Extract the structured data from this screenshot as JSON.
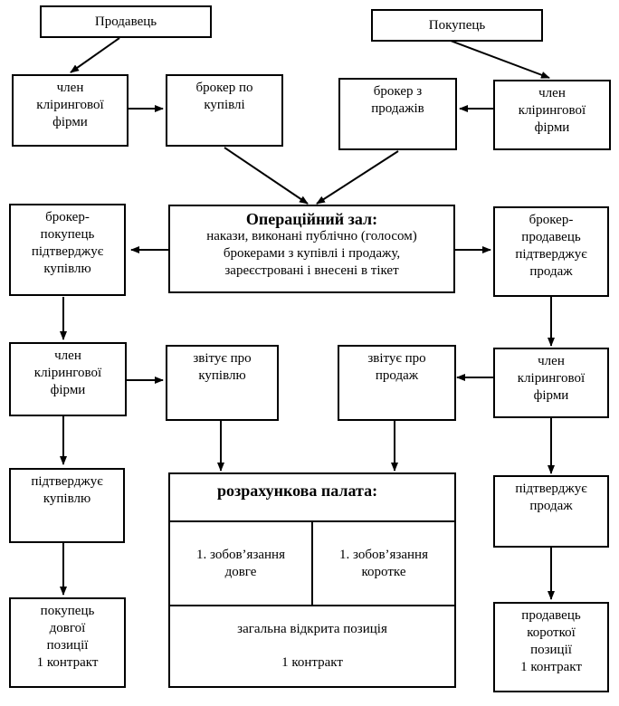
{
  "seller": {
    "label": "Продавець"
  },
  "buyer": {
    "label": "Покупець"
  },
  "clearing_member_left_top": {
    "lines": [
      "член",
      "клірингової",
      "фірми"
    ]
  },
  "broker_buy": {
    "lines": [
      "брокер по",
      "купівлі"
    ]
  },
  "broker_sell": {
    "lines": [
      "брокер з",
      "продажів"
    ]
  },
  "clearing_member_right_top": {
    "lines": [
      "член",
      "клірингової",
      "фірми"
    ]
  },
  "trading_floor": {
    "title": "Операційний зал:",
    "lines": [
      "накази, виконані публічно (голосом)",
      "брокерами з купівлі і продажу,",
      "зареєстровані і внесені в тікет"
    ]
  },
  "broker_buyer_confirms": {
    "lines": [
      "брокер-",
      "покупець",
      "підтверджує",
      "купівлю"
    ]
  },
  "broker_seller_confirms": {
    "lines": [
      "брокер-",
      "продавець",
      "підтверджує",
      "продаж"
    ]
  },
  "clearing_member_left_mid": {
    "lines": [
      "член",
      "клірингової",
      "фірми"
    ]
  },
  "reports_purchase": {
    "lines": [
      "звітує про",
      "купівлю"
    ]
  },
  "reports_sale": {
    "lines": [
      "звітує про",
      "продаж"
    ]
  },
  "clearing_member_right_mid": {
    "lines": [
      "член",
      "клірингової",
      "фірми"
    ]
  },
  "confirms_purchase": {
    "lines": [
      "підтверджує",
      "купівлю"
    ]
  },
  "confirms_sale": {
    "lines": [
      "підтверджує",
      "продаж"
    ]
  },
  "clearing_house": {
    "title": "розрахункова палата:",
    "long_obligation": [
      "1. зобов’язання",
      "довге"
    ],
    "short_obligation": [
      "1. зобов’язання",
      "коротке"
    ],
    "open_interest": "загальна відкрита позиція",
    "contract": "1 контракт"
  },
  "long_position_buyer": {
    "lines": [
      "покупець",
      "довгої",
      "позиції",
      "1 контракт"
    ]
  },
  "short_position_seller": {
    "lines": [
      "продавець",
      "короткої",
      "позиції",
      "1 контракт"
    ]
  }
}
